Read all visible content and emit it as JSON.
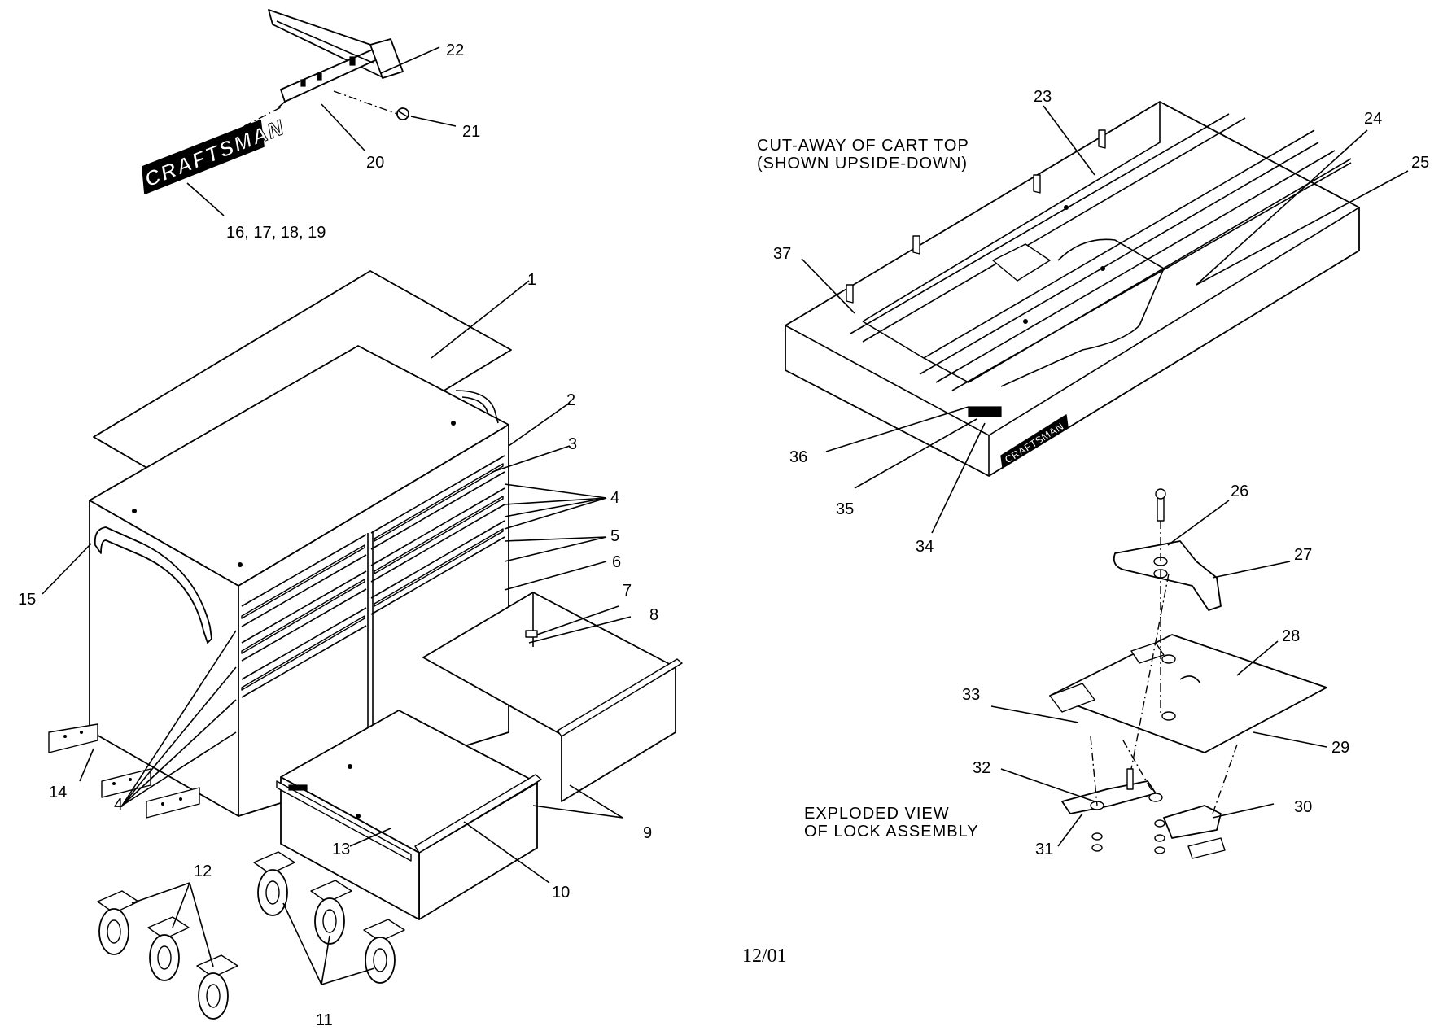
{
  "brand_text": "CRAFTSMAN",
  "captions": {
    "cart_top_line1": "CUT-AWAY OF CART TOP",
    "cart_top_line2": "(SHOWN UPSIDE-DOWN)",
    "lock_line1": "EXPLODED VIEW",
    "lock_line2": "OF LOCK ASSEMBLY"
  },
  "date": "12/01",
  "callouts": {
    "c1": "1",
    "c2": "2",
    "c3": "3",
    "c4a": "4",
    "c4b": "4",
    "c5": "5",
    "c6": "6",
    "c7": "7",
    "c8": "8",
    "c9": "9",
    "c10": "10",
    "c11": "11",
    "c12": "12",
    "c13": "13",
    "c14": "14",
    "c15": "15",
    "c16": "16, 17, 18, 19",
    "c20": "20",
    "c21": "21",
    "c22": "22",
    "c23": "23",
    "c24": "24",
    "c25": "25",
    "c26": "26",
    "c27": "27",
    "c28": "28",
    "c29": "29",
    "c30": "30",
    "c31": "31",
    "c32": "32",
    "c33": "33",
    "c34": "34",
    "c35": "35",
    "c36": "36",
    "c37": "37"
  }
}
